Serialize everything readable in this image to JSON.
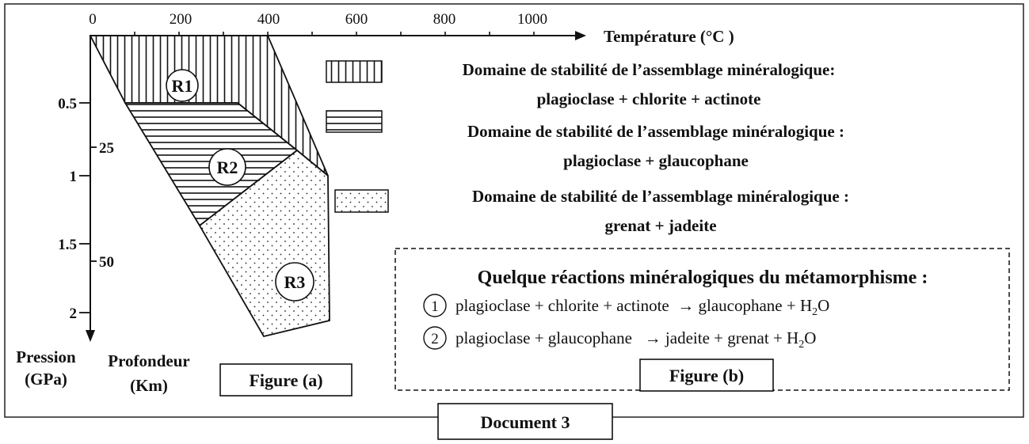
{
  "figure_a": {
    "temperature_axis": {
      "label": "Température (°C )",
      "ticks": [
        "0",
        "200",
        "400",
        "600",
        "800",
        "1000"
      ]
    },
    "pressure_axis": {
      "label_line1": "Pression",
      "label_line2": "(GPa)",
      "ticks": [
        "0.5",
        "1",
        "1.5",
        "2"
      ]
    },
    "depth_axis": {
      "label_line1": "Profondeur",
      "label_line2": "(Km)",
      "ticks": [
        "25",
        "50"
      ]
    },
    "regions": [
      {
        "id": "R1",
        "label": "R1"
      },
      {
        "id": "R2",
        "label": "R2"
      },
      {
        "id": "R3",
        "label": "R3"
      }
    ],
    "caption": "Figure (a)"
  },
  "legend": [
    {
      "pattern": "vertical-lines",
      "line1": "Domaine de stabilité de l’assemblage minéralogique:",
      "line2": "plagioclase + chlorite + actinote"
    },
    {
      "pattern": "horizontal-lines",
      "line1": "Domaine de stabilité de l’assemblage minéralogique :",
      "line2": "plagioclase + glaucophane"
    },
    {
      "pattern": "dots",
      "line1": "Domaine de stabilité de l’assemblage minéralogique :",
      "line2": "grenat  + jadeite"
    }
  ],
  "figure_b": {
    "title": "Quelque réactions minéralogiques du métamorphisme :",
    "reactions": [
      {
        "number": "1",
        "text_before": "plagioclase + chlorite + actinote  → glaucophane + H",
        "subscript": "2",
        "text_after": "O"
      },
      {
        "number": "2",
        "text_before": "plagioclase + glaucophane   → jadeite + grenat + H",
        "subscript": "2",
        "text_after": "O"
      }
    ],
    "caption": "Figure (b)"
  },
  "document_label": "Document 3"
}
